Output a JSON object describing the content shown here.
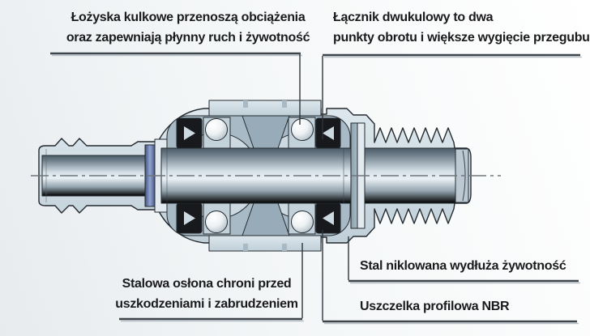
{
  "callouts": {
    "ball_bearings": {
      "line1": "Łożyska kulkowe przenoszą obciążenia",
      "line2": "oraz zapewniają płynny ruch i żywotność"
    },
    "double_ball_link": {
      "line1": "Łącznik dwukulowy to dwa",
      "line2": "punkty obrotu i większe wygięcie przegubu"
    },
    "steel_shield": {
      "line1": "Stalowa osłona chroni przed",
      "line2": "uszkodzeniami i zabrudzeniem"
    },
    "nickel_steel": {
      "text": "Stal niklowana wydłuża żywotność"
    },
    "nbr_seal": {
      "text": "Uszczelka profilowa  NBR"
    }
  },
  "colors": {
    "steel_light": "#d3dee5",
    "steel_cut": "#a8bac5",
    "seal_black": "#17191d",
    "washer_blue": "#5b6fa8",
    "outline": "#232a30",
    "text": "#1b1b1d",
    "callout_line": "#2e353b"
  }
}
